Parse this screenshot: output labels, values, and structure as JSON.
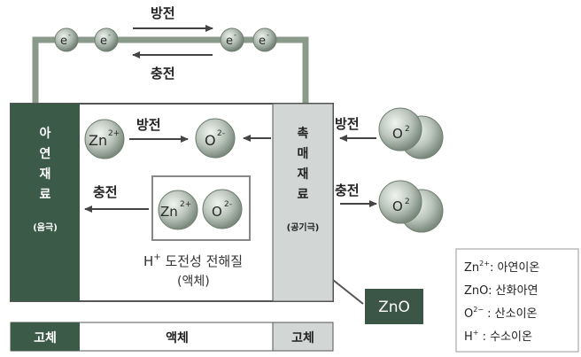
{
  "wire": {
    "discharge_label": "방전",
    "charge_label": "충전",
    "electron": "e",
    "electron_sup": "-"
  },
  "anode": {
    "chars": [
      "아",
      "연",
      "재",
      "료"
    ],
    "sub": "(음극)"
  },
  "cathode": {
    "chars": [
      "촉",
      "매",
      "재",
      "료"
    ],
    "sub": "(공기극)"
  },
  "reactions": {
    "discharge_label": "방전",
    "charge_label": "충전",
    "zn_ion": "Zn",
    "zn_sup": "2+",
    "o_ion": "O",
    "o_sup": "2-",
    "right_discharge_label": "방전",
    "right_charge_label": "충전",
    "o2_label": "O",
    "o2_sub": "2"
  },
  "electrolyte": {
    "h_ion": "H",
    "h_sup": "+",
    "line1": " 도전성 전해질",
    "line2": "(액체)"
  },
  "zno_box": "ZnO",
  "bottom_bar": {
    "left": "고체",
    "middle": "액체",
    "right": "고체"
  },
  "legend": [
    {
      "sym": "Zn",
      "sup": "2+",
      "desc": ": 아연이온"
    },
    {
      "sym": "ZnO",
      "sup": "",
      "desc": ": 산화아연"
    },
    {
      "sym": "O",
      "sup": "2−",
      "desc": "  : 산소이온"
    },
    {
      "sym": "H",
      "sup": "+",
      "desc": "   : 수소이온"
    }
  ],
  "colors": {
    "anode_fill": "#3c5a48",
    "cathode_fill": "#d2d6d4",
    "wire": "#8a9a8a",
    "frame": "#555555",
    "ball_light": "#dfe5df",
    "ball_dark": "#7f8c80",
    "zno_fill": "#3b5546"
  }
}
